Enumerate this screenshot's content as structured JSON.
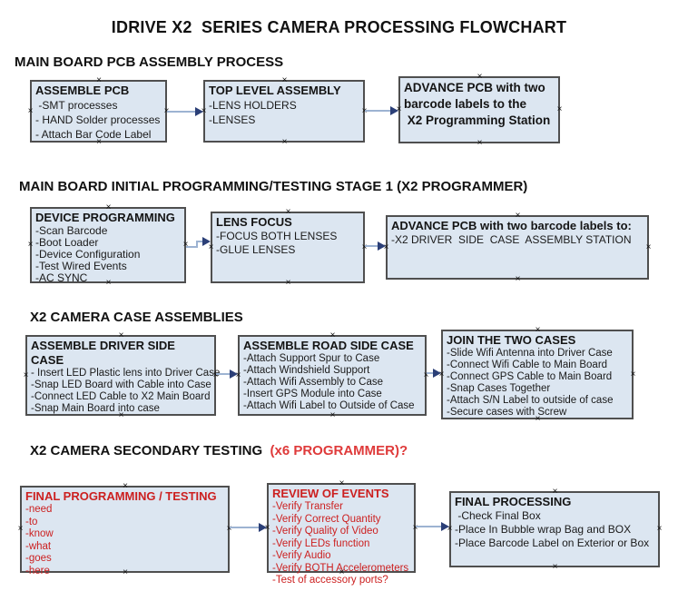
{
  "title": "IDRIVE X2  SERIES CAMERA PROCESSING FLOWCHART",
  "colors": {
    "box_fill": "#dce6f1",
    "box_border": "#4f4f4f",
    "red_text": "#cc2020",
    "heading_red": "#df3a3a",
    "arrow_line": "#9db3d2",
    "arrow_head": "#2b3f77"
  },
  "sections": [
    {
      "heading": "MAIN BOARD PCB ASSEMBLY PROCESS",
      "heading_red": "",
      "boxes": [
        {
          "title": "ASSEMBLE PCB",
          "items": [
            " -SMT processes",
            "- HAND Solder processes",
            "- Attach Bar Code Label"
          ]
        },
        {
          "title": "TOP LEVEL ASSEMBLY",
          "items": [
            "-LENS HOLDERS",
            "-LENSES"
          ]
        },
        {
          "title": "ADVANCE PCB with two\nbarcode labels to the\n X2 Programming Station",
          "items": []
        }
      ]
    },
    {
      "heading": "MAIN BOARD INITIAL PROGRAMMING/TESTING STAGE 1 (X2 PROGRAMMER)",
      "heading_red": "",
      "boxes": [
        {
          "title": "DEVICE PROGRAMMING",
          "items": [
            "-Scan Barcode",
            "-Boot Loader",
            "-Device Configuration",
            "-Test Wired Events",
            "-AC SYNC"
          ]
        },
        {
          "title": "LENS FOCUS",
          "items": [
            "-FOCUS BOTH LENSES",
            "-GLUE LENSES"
          ]
        },
        {
          "title": "ADVANCE PCB with two barcode labels to:",
          "items": [
            "-X2 DRIVER  SIDE  CASE  ASSEMBLY STATION"
          ]
        }
      ]
    },
    {
      "heading": "X2 CAMERA CASE ASSEMBLIES",
      "heading_red": "",
      "boxes": [
        {
          "title": "ASSEMBLE DRIVER SIDE CASE",
          "items": [
            "- Insert LED Plastic lens into Driver Case",
            "-Snap LED Board with Cable into Case",
            "-Connect LED Cable to X2 Main Board",
            "-Snap Main Board into case"
          ]
        },
        {
          "title": "ASSEMBLE ROAD SIDE CASE",
          "items": [
            "-Attach Support Spur to Case",
            "-Attach Windshield Support",
            "-Attach Wifi Assembly to Case",
            "-Insert GPS Module into Case",
            "-Attach Wifi Label to Outside of Case"
          ]
        },
        {
          "title": "JOIN THE TWO CASES",
          "items": [
            "-Slide Wifi Antenna into Driver Case",
            "-Connect Wifi Cable to Main Board",
            "-Connect GPS Cable to Main Board",
            "-Snap Cases Together",
            "-Attach S/N Label to outside of case",
            "-Secure cases with Screw"
          ]
        }
      ]
    },
    {
      "heading": "X2 CAMERA SECONDARY TESTING ",
      "heading_red": " (x6 PROGRAMMER)?",
      "boxes": [
        {
          "title": "FINAL PROGRAMMING / TESTING",
          "items": [
            "-need",
            "-to",
            "-know",
            "-what",
            "-goes",
            "-here"
          ]
        },
        {
          "title": "REVIEW OF EVENTS",
          "items": [
            "-Verify Transfer",
            "-Verify Correct Quantity",
            "-Verify Quality of Video",
            "-Verify LEDs function",
            "-Verify Audio",
            "-Verify BOTH Accelerometers",
            "-Test of accessory ports?"
          ]
        },
        {
          "title": "FINAL PROCESSING",
          "items": [
            " -Check Final Box",
            "-Place In Bubble wrap Bag and BOX",
            "-Place Barcode Label on Exterior or Box"
          ]
        }
      ]
    }
  ]
}
